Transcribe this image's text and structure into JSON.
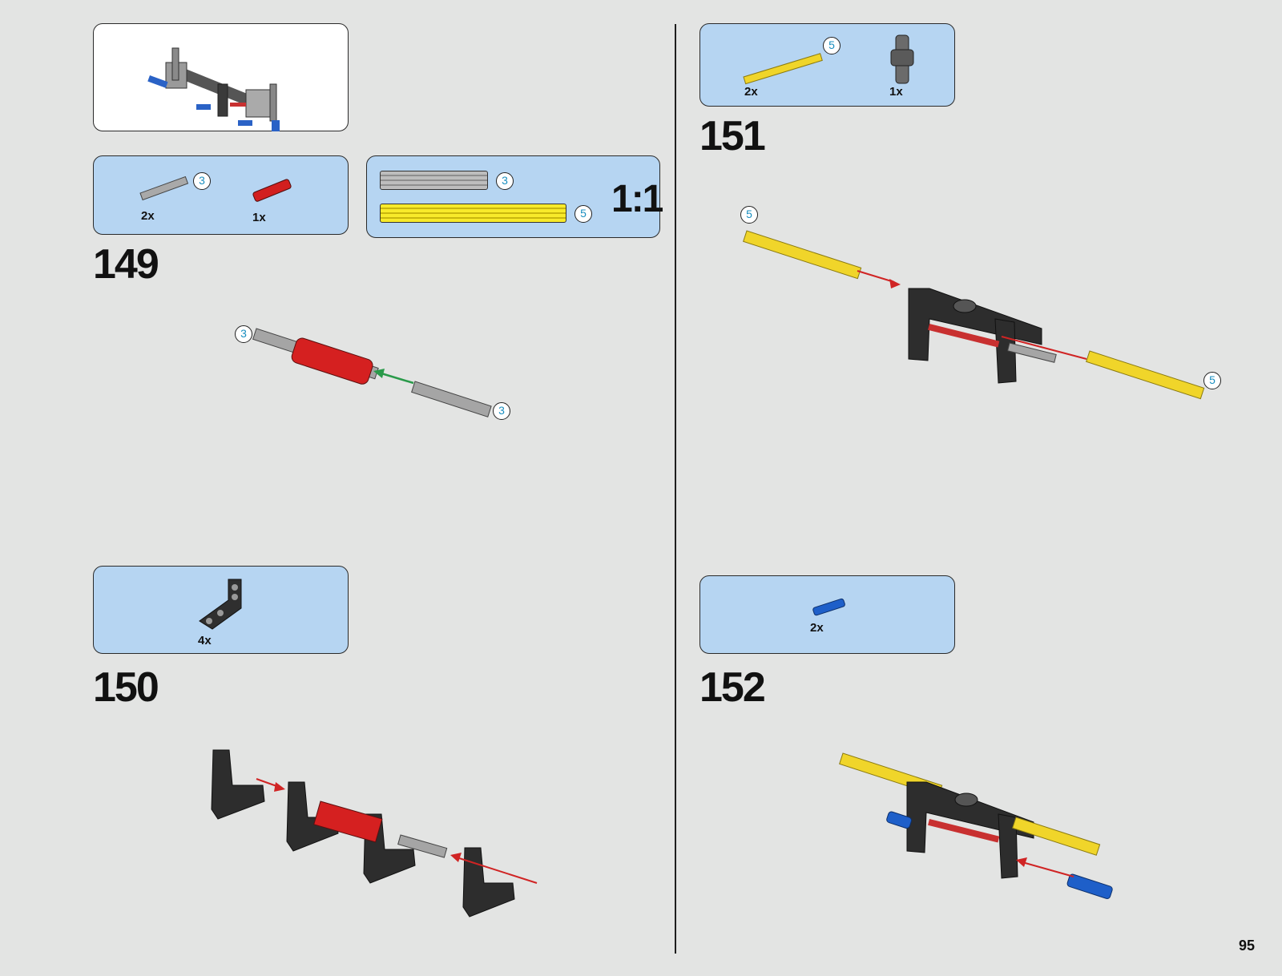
{
  "page_number": "95",
  "subassembly_box": {},
  "step_149": {
    "number": "149",
    "parts": [
      {
        "qty": "2x",
        "callout": "3",
        "color": "#a9a9a9"
      },
      {
        "qty": "1x",
        "color": "#d21f1f"
      }
    ],
    "scale_box": {
      "label": "1:1",
      "bars": [
        {
          "callout": "3",
          "color": "#a6a6a6"
        },
        {
          "callout": "5",
          "color": "#f5e321"
        }
      ]
    },
    "callouts": [
      "3",
      "3"
    ]
  },
  "step_150": {
    "number": "150",
    "parts": [
      {
        "qty": "4x",
        "color": "#2b2b2b"
      }
    ]
  },
  "step_151": {
    "number": "151",
    "parts": [
      {
        "qty": "2x",
        "callout": "5",
        "color": "#f0d52a"
      },
      {
        "qty": "1x",
        "color": "#6b6b6b"
      }
    ],
    "callouts": [
      "5",
      "5"
    ]
  },
  "step_152": {
    "number": "152",
    "parts": [
      {
        "qty": "2x",
        "color": "#1e5fc9"
      }
    ]
  },
  "colors": {
    "background": "#e3e4e3",
    "parts_box": "#b6d5f2",
    "callout_text": "#1a8fc0",
    "arrow_red": "#d02424",
    "arrow_green": "#2a9a4a"
  }
}
